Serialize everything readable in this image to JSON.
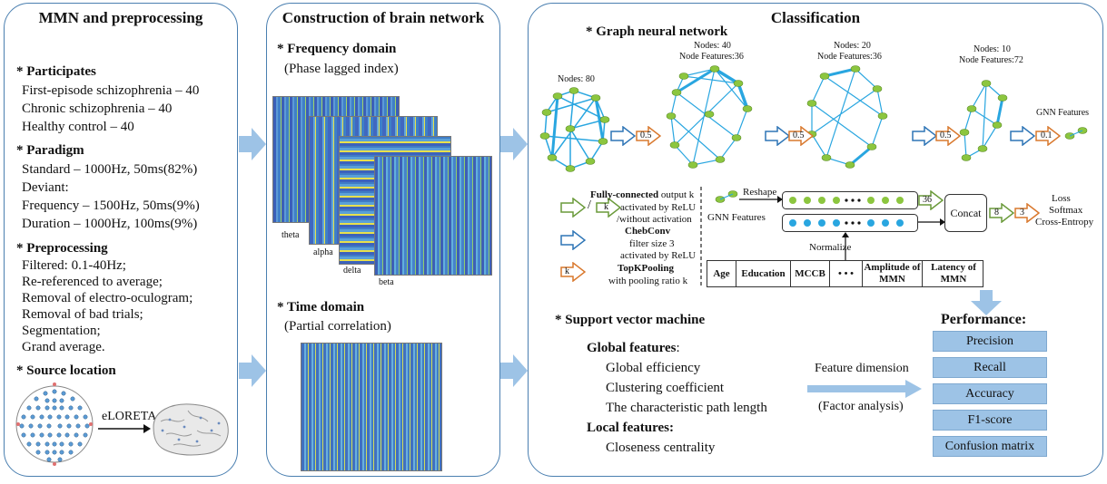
{
  "panel1": {
    "title": "MMN and preprocessing",
    "participants_head": "* Participates",
    "participants": [
      "First-episode schizophrenia – 40",
      "Chronic schizophrenia – 40",
      "Healthy control – 40"
    ],
    "paradigm_head": "* Paradigm",
    "paradigm": [
      "Standard – 1000Hz, 50ms(82%)",
      "Deviant:",
      "Frequency – 1500Hz, 50ms(9%)",
      "Duration – 1000Hz, 100ms(9%)"
    ],
    "preproc_head": "* Preprocessing",
    "preproc": [
      "Filtered: 0.1-40Hz;",
      "Re-referenced to average;",
      "Removal of electro-oculogram;",
      "Removal of bad trials;",
      "Segmentation;",
      "Grand average."
    ],
    "source_head": "* Source location",
    "eloreta": "eLORETA"
  },
  "panel2": {
    "title": "Construction of brain network",
    "freq_head": "* Frequency domain",
    "freq_sub": "(Phase lagged index)",
    "bands": [
      "theta",
      "alpha",
      "delta",
      "beta"
    ],
    "time_head": "* Time domain",
    "time_sub": "(Partial correlation)"
  },
  "panel3": {
    "title": "Classification",
    "gnn_head": "* Graph neural network",
    "stages": [
      {
        "nodes": "Nodes: 80",
        "features": ""
      },
      {
        "nodes": "Nodes: 40",
        "features": "Node Features:36"
      },
      {
        "nodes": "Nodes: 20",
        "features": "Node Features:36"
      },
      {
        "nodes": "Nodes: 10",
        "features": "Node Features:72"
      }
    ],
    "gnn_features": "GNN Features",
    "pool_ratios": [
      "0.5",
      "0.5",
      "0.5",
      "0.1"
    ],
    "legend": {
      "slash": "/",
      "fc_mark": "k",
      "pool_mark": "k",
      "fc_bold": "Fully-connected",
      "fc_rest": " output k",
      "fc_lines": [
        "activated by ReLU",
        "/without activation"
      ],
      "cheb_bold": "ChebConv",
      "cheb_lines": [
        "filter size 3",
        "activated by ReLU"
      ],
      "topk_bold": "TopKPooling",
      "topk_lines": [
        "with pooling ratio k"
      ]
    },
    "reshape": "Reshape",
    "gnn_features2": "GNN Features",
    "normalize": "Normalize",
    "concat": "Concat",
    "fc_values": [
      "36",
      "8",
      "3"
    ],
    "loss_lines": [
      "Loss",
      "Softmax",
      "Cross-Entropy"
    ],
    "table": [
      "Age",
      "Education",
      "MCCB",
      "Amplitude of MMN",
      "Latency of MMN"
    ],
    "ellipsis": "• • •",
    "svm_head": "* Support vector machine",
    "global_head": "Global features",
    "global_colon": ":",
    "global": [
      "Global efficiency",
      "Clustering coefficient",
      "The characteristic path length"
    ],
    "local_head": "Local features:",
    "local": [
      "Closeness centrality"
    ],
    "feature_dim": "Feature dimension",
    "factor": "(Factor analysis)",
    "perf_head": "Performance:",
    "metrics": [
      "Precision",
      "Recall",
      "Accuracy",
      "F1-score",
      "Confusion matrix"
    ]
  },
  "colors": {
    "panel_border": "#4a7fb0",
    "arrow_fill": "#9dc3e6",
    "node_green": "#8cc63f",
    "edge_blue": "#29a6e0",
    "pool_orange": "#d9782d",
    "fc_green": "#6a9a3a",
    "cheb_blue": "#2e75b6"
  }
}
